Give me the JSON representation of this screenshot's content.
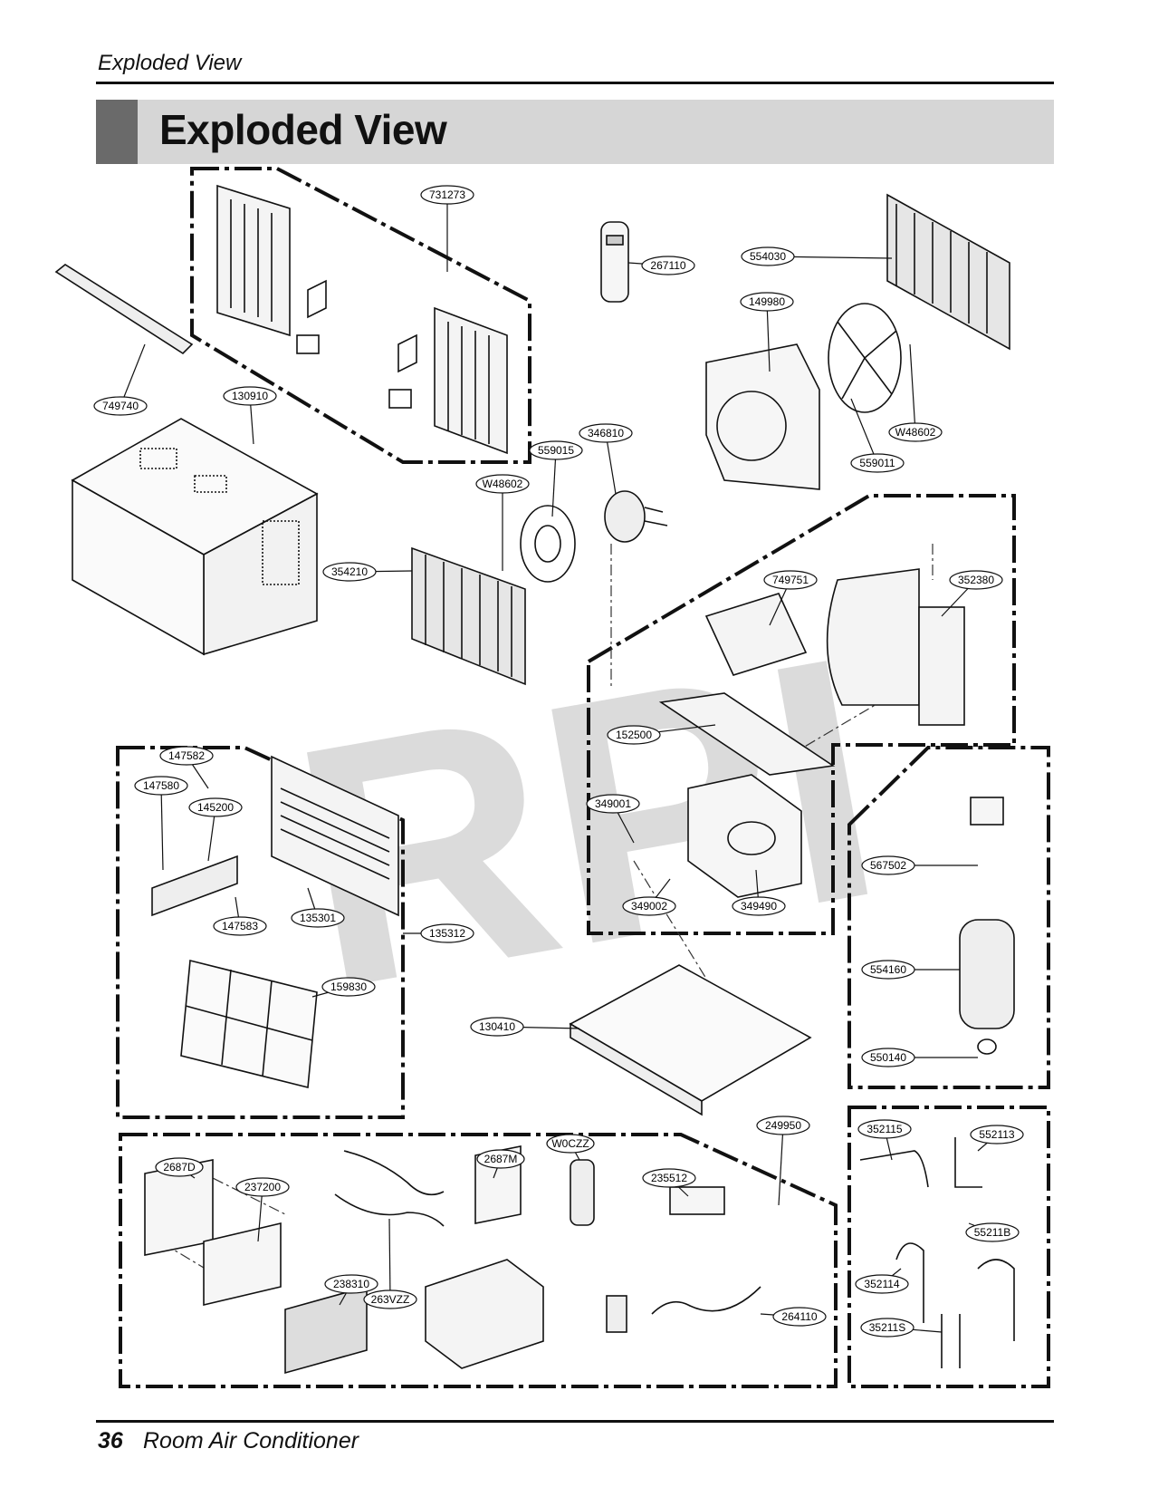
{
  "page": {
    "running_head": "Exploded View",
    "banner_title": "Exploded View",
    "page_number": "36",
    "footer_title": "Room Air Conditioner",
    "watermark": "RPI"
  },
  "parts": [
    {
      "id": "731273"
    },
    {
      "id": "749740"
    },
    {
      "id": "130910"
    },
    {
      "id": "267110"
    },
    {
      "id": "554030"
    },
    {
      "id": "149980"
    },
    {
      "id": "W48602"
    },
    {
      "id": "559011"
    },
    {
      "id": "559015"
    },
    {
      "id": "346810"
    },
    {
      "id": "W48602"
    },
    {
      "id": "354210"
    },
    {
      "id": "749751"
    },
    {
      "id": "352380"
    },
    {
      "id": "152500"
    },
    {
      "id": "349001"
    },
    {
      "id": "349002"
    },
    {
      "id": "349490"
    },
    {
      "id": "147582"
    },
    {
      "id": "147580"
    },
    {
      "id": "145200"
    },
    {
      "id": "147583"
    },
    {
      "id": "135301"
    },
    {
      "id": "135312"
    },
    {
      "id": "159830"
    },
    {
      "id": "130410"
    },
    {
      "id": "567502"
    },
    {
      "id": "554160"
    },
    {
      "id": "550140"
    },
    {
      "id": "249950"
    },
    {
      "id": "2687D"
    },
    {
      "id": "237200"
    },
    {
      "id": "238310"
    },
    {
      "id": "263VZZ"
    },
    {
      "id": "2687M"
    },
    {
      "id": "W0CZZ"
    },
    {
      "id": "235512"
    },
    {
      "id": "264110"
    },
    {
      "id": "352115"
    },
    {
      "id": "552113"
    },
    {
      "id": "55211B"
    },
    {
      "id": "352114"
    },
    {
      "id": "35211S"
    }
  ]
}
